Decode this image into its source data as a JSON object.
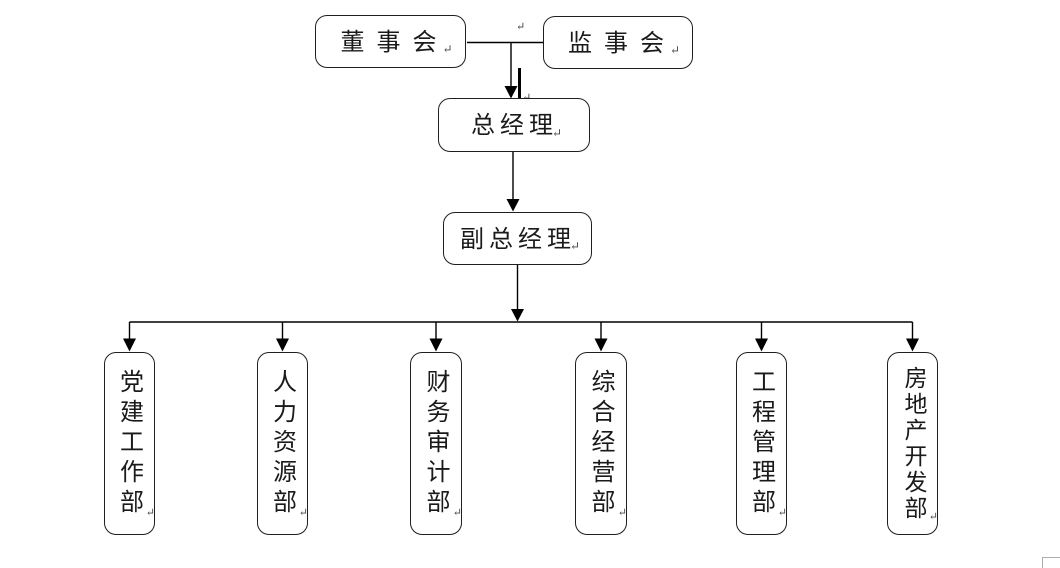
{
  "nodes": {
    "board": {
      "label": "董事会"
    },
    "supervisory": {
      "label": "监事会"
    },
    "general_manager": {
      "label": "总经理"
    },
    "deputy_general_manager": {
      "label": "副总经理"
    },
    "departments": [
      {
        "label": "党建工作部"
      },
      {
        "label": "人力资源部"
      },
      {
        "label": "财务审计部"
      },
      {
        "label": "综合经营部"
      },
      {
        "label": "工程管理部"
      },
      {
        "label": "房地产开发部"
      }
    ]
  },
  "marks": {
    "paragraph_return": "↵"
  },
  "colors": {
    "line": "#000000",
    "box_border": "#1f1f1f",
    "background": "#ffffff",
    "crop_mark": "#acacac"
  }
}
